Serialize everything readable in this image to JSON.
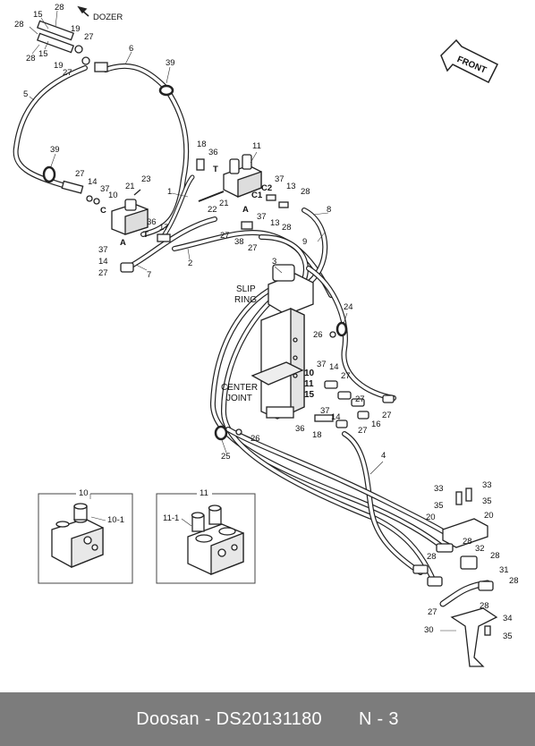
{
  "diagram": {
    "direction_labels": {
      "dozer": "DOZER",
      "front": "FRONT"
    },
    "component_labels": {
      "slip_ring": [
        "SLIP",
        "RING"
      ],
      "center_joint": [
        "CENTER",
        "JOINT"
      ],
      "port_c2": "C2",
      "port_c1": "C1",
      "port_c": "C",
      "port_t_upper": "T",
      "port_t_lower": "T",
      "port_a_upper": "A",
      "port_a_lower": "A"
    },
    "part_numbers": {
      "p28a": "28",
      "p15a": "15",
      "p28b": "28",
      "p15b": "15",
      "p28c": "28",
      "p19a": "19",
      "p27a": "27",
      "p19b": "19",
      "p27b": "27",
      "p6": "6",
      "p39a": "39",
      "p5": "5",
      "p39b": "39",
      "p18a": "18",
      "p36a": "36",
      "p11": "11",
      "p23": "23",
      "p27c": "27",
      "p14a": "14",
      "p37a": "37",
      "p21a": "21",
      "p10": "10",
      "p1": "1",
      "p37b": "37",
      "p13a": "13",
      "p28d": "28",
      "p22": "22",
      "p21b": "21",
      "p37c": "37",
      "p13b": "13",
      "p28e": "28",
      "p8": "8",
      "p36b": "36",
      "p17": "17",
      "p27d": "27",
      "p38": "38",
      "p9": "9",
      "p27e": "27",
      "p37d": "37",
      "p14b": "14",
      "p27f": "27",
      "p7": "7",
      "p2": "2",
      "p3": "3",
      "p24": "24",
      "p26a": "26",
      "p37e": "37",
      "p14c": "14",
      "p10b": "10",
      "p11b": "11",
      "p27g": "27",
      "p15c": "15",
      "p37f": "37",
      "p27h": "27",
      "p36c": "36",
      "p18b": "18",
      "p14d": "14",
      "p27i": "27",
      "p16": "16",
      "p27j": "27",
      "p26b": "26",
      "p25": "25",
      "p4": "4",
      "p33a": "33",
      "p33b": "33",
      "p35a": "35",
      "p35b": "35",
      "p20a": "20",
      "p20b": "20",
      "p28f": "28",
      "p32": "32",
      "p28g": "28",
      "p28h": "28",
      "p31": "31",
      "p28i": "28",
      "p27k": "27",
      "p28j": "28",
      "p30": "30",
      "p34": "34",
      "p35c": "35"
    },
    "insets": {
      "valve_10": {
        "title": "10",
        "part_label": "10-1"
      },
      "valve_11": {
        "title": "11",
        "part_label": "11-1"
      }
    }
  },
  "footer": {
    "brand": "Doosan",
    "separator": " - ",
    "part_code": "DS20131180",
    "section": "N - 3"
  }
}
